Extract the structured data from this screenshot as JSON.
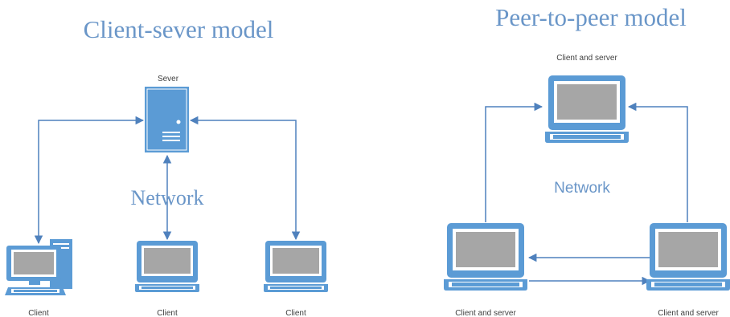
{
  "colors": {
    "line": "#4f81bd",
    "device_fill": "#5b9bd5",
    "screen": "#a6a6a6",
    "title_text": "#6a96c8"
  },
  "client_server": {
    "title": "Client-sever model",
    "server_label": "Sever",
    "network_label": "Network",
    "clients": [
      {
        "label": "Client",
        "icon": "desktop-computer-icon"
      },
      {
        "label": "Client",
        "icon": "laptop-icon"
      },
      {
        "label": "Client",
        "icon": "laptop-icon"
      }
    ]
  },
  "peer_to_peer": {
    "title": "Peer-to-peer model",
    "network_label": "Network",
    "peers": [
      {
        "label": "Client and server",
        "icon": "laptop-icon"
      },
      {
        "label": "Client and server",
        "icon": "laptop-icon"
      },
      {
        "label": "Client and server",
        "icon": "laptop-icon"
      }
    ]
  }
}
